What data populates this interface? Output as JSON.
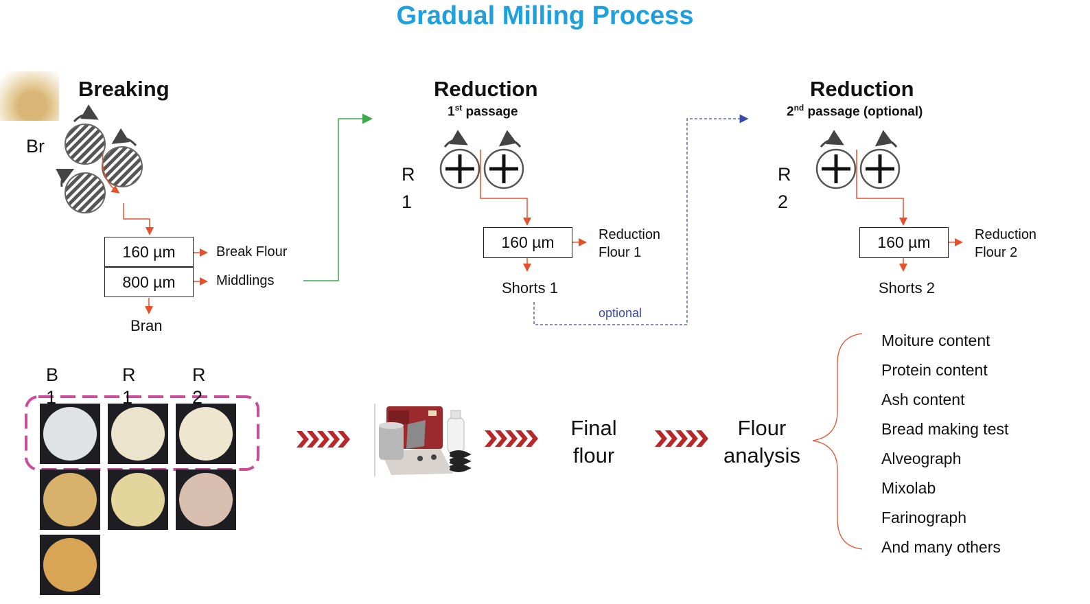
{
  "title": "Gradual Milling Process",
  "breaking": {
    "heading": "Breaking",
    "roll_label": "Br",
    "sieve1": "160 µm",
    "sieve1_out": "Break Flour",
    "sieve2": "800 µm",
    "sieve2_out": "Middlings",
    "residue": "Bran"
  },
  "reduction1": {
    "heading": "Reduction",
    "passage_num": "1",
    "passage_sup": "st",
    "passage_text": " passage",
    "roll_label_line1": "R",
    "roll_label_line2": "1",
    "sieve": "160 µm",
    "out_line1": "Reduction",
    "out_line2": "Flour 1",
    "residue": "Shorts 1"
  },
  "reduction2": {
    "heading": "Reduction",
    "passage_num": "2",
    "passage_sup": "nd",
    "passage_text": " passage (optional)",
    "roll_label_line1": "R",
    "roll_label_line2": "2",
    "sieve": "160 µm",
    "out_line1": "Reduction",
    "out_line2": "Flour 2",
    "residue": "Shorts 2"
  },
  "optional_label": "optional",
  "samples": {
    "col_labels": [
      {
        "line1": "B",
        "line2": "1"
      },
      {
        "line1": "R",
        "line2": "1"
      },
      {
        "line1": "R",
        "line2": "2"
      }
    ],
    "colors": {
      "top": [
        "#dfe3e6",
        "#ece3cc",
        "#efe6d0"
      ],
      "middle": [
        "#d8b26a",
        "#e3d59c",
        "#d8bfb0"
      ],
      "bottom": [
        "#d8a554"
      ]
    }
  },
  "final_flour": {
    "line1": "Final",
    "line2": "flour"
  },
  "flour_analysis": {
    "line1": "Flour",
    "line2": "analysis"
  },
  "analysis_items": [
    "Moiture content",
    "Protein content",
    "Ash content",
    "Bread making test",
    "Alveograph",
    "Mixolab",
    "Farinograph",
    "And many others"
  ],
  "colors": {
    "title": "#1ea0dc",
    "flow_arrow": "#e8502a",
    "green_arrow": "#3aaa4a",
    "dotted_arrow": "#3a4aa8",
    "dashed_box": "#cc4a9a",
    "chevrons": "#b8282a",
    "brace": "#e8502a"
  },
  "icons": [
    "wheat-grains-icon",
    "roller-icon",
    "rotation-arrow-icon",
    "mill-machine-icon",
    "chevron-arrows-icon",
    "brace-icon"
  ]
}
